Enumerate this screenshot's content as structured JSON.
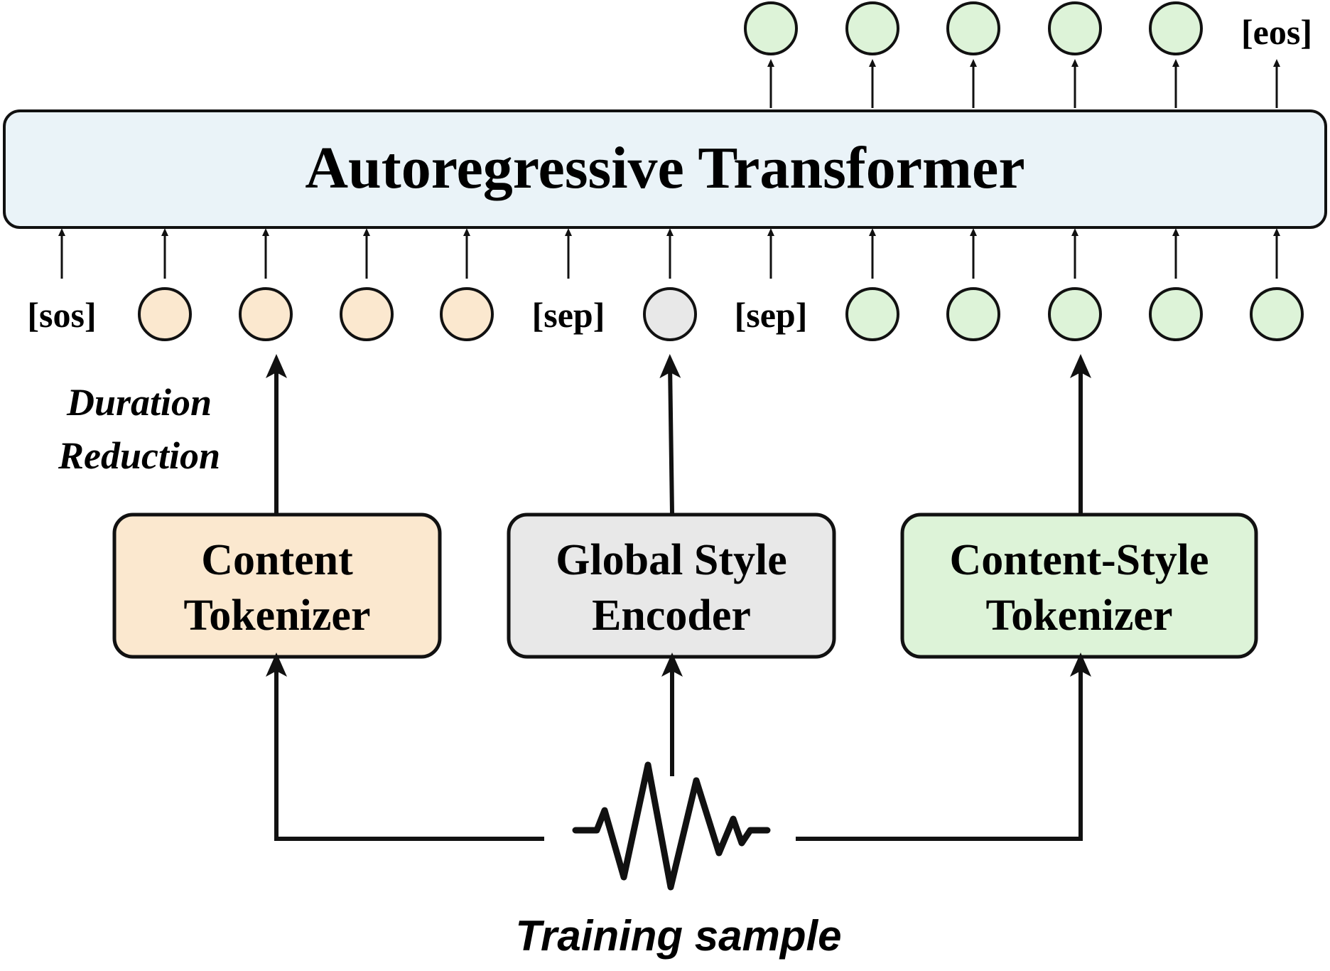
{
  "transformer": {
    "title": "Autoregressive Transformer",
    "fill": "#eaf3f8"
  },
  "input_tokens": {
    "sos": "[sos]",
    "sep_1": "[sep]",
    "sep_2": "[sep]",
    "sequence": [
      "sos",
      "content",
      "content",
      "content",
      "content",
      "sep",
      "style",
      "sep",
      "cs",
      "cs",
      "cs",
      "cs",
      "cs"
    ]
  },
  "output_tokens": {
    "eos": "[eos]",
    "sequence": [
      "cs",
      "cs",
      "cs",
      "cs",
      "cs",
      "eos"
    ]
  },
  "annotation": {
    "line1": "Duration",
    "line2": "Reduction"
  },
  "modules": {
    "content_tokenizer": {
      "line1": "Content",
      "line2": "Tokenizer",
      "fill": "#fbe8cf"
    },
    "global_style_encoder": {
      "line1": "Global Style",
      "line2": "Encoder",
      "fill": "#e8e8e8"
    },
    "content_style_tokenizer": {
      "line1": "Content-Style",
      "line2": "Tokenizer",
      "fill": "#ddf3d8"
    }
  },
  "source": {
    "label": "Training sample"
  },
  "colors": {
    "content_token": "#fbe8cf",
    "style_token": "#e8e8e8",
    "content_style_token": "#ddf3d8",
    "stroke": "#111111"
  }
}
